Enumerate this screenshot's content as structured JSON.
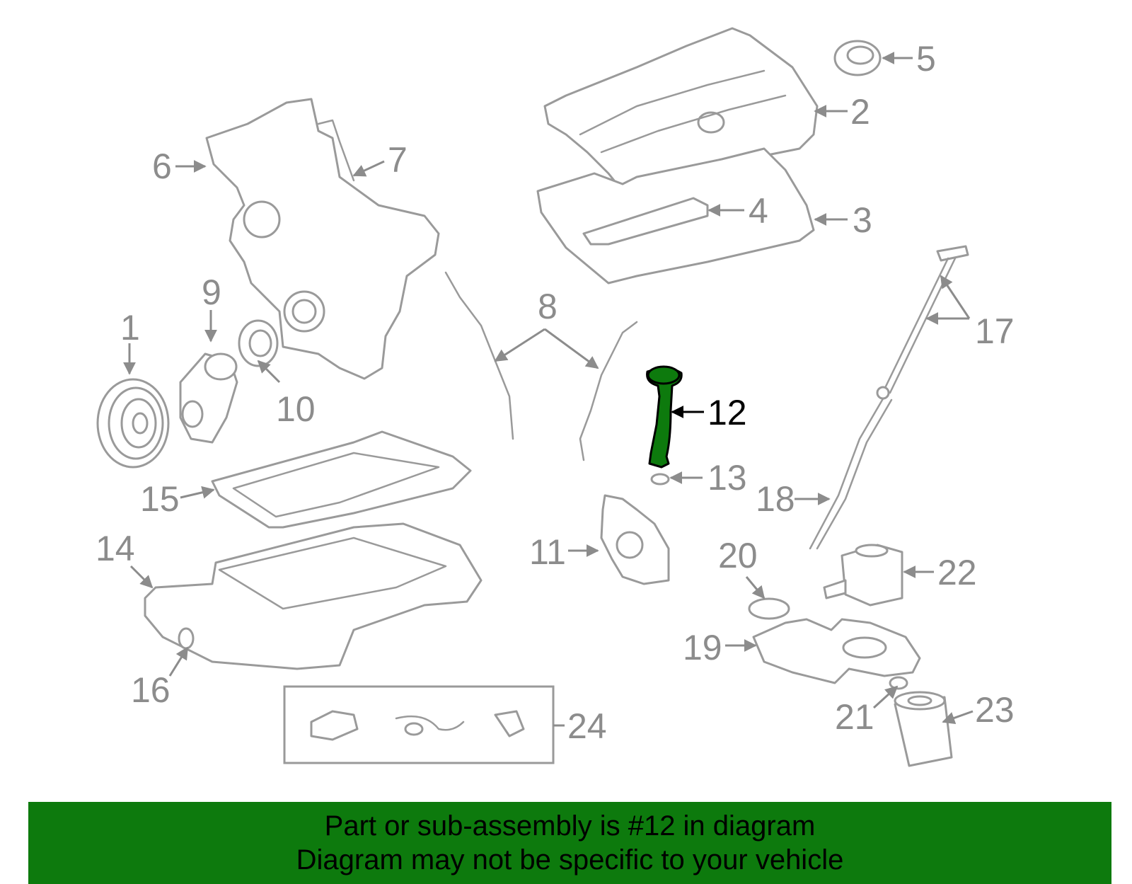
{
  "diagram": {
    "highlighted_part": "12",
    "highlight_color": "#0d7a0d",
    "callouts": {
      "c1": "1",
      "c2": "2",
      "c3": "3",
      "c4": "4",
      "c5": "5",
      "c6": "6",
      "c7": "7",
      "c8": "8",
      "c9": "9",
      "c10": "10",
      "c11": "11",
      "c12": "12",
      "c13": "13",
      "c14": "14",
      "c15": "15",
      "c16": "16",
      "c17": "17",
      "c18": "18",
      "c19": "19",
      "c20": "20",
      "c21": "21",
      "c22": "22",
      "c23": "23",
      "c24": "24"
    }
  },
  "banner": {
    "line1": "Part or sub-assembly is #12 in diagram",
    "line2": "Diagram may not be specific to your vehicle",
    "background": "#0d7a0d"
  }
}
